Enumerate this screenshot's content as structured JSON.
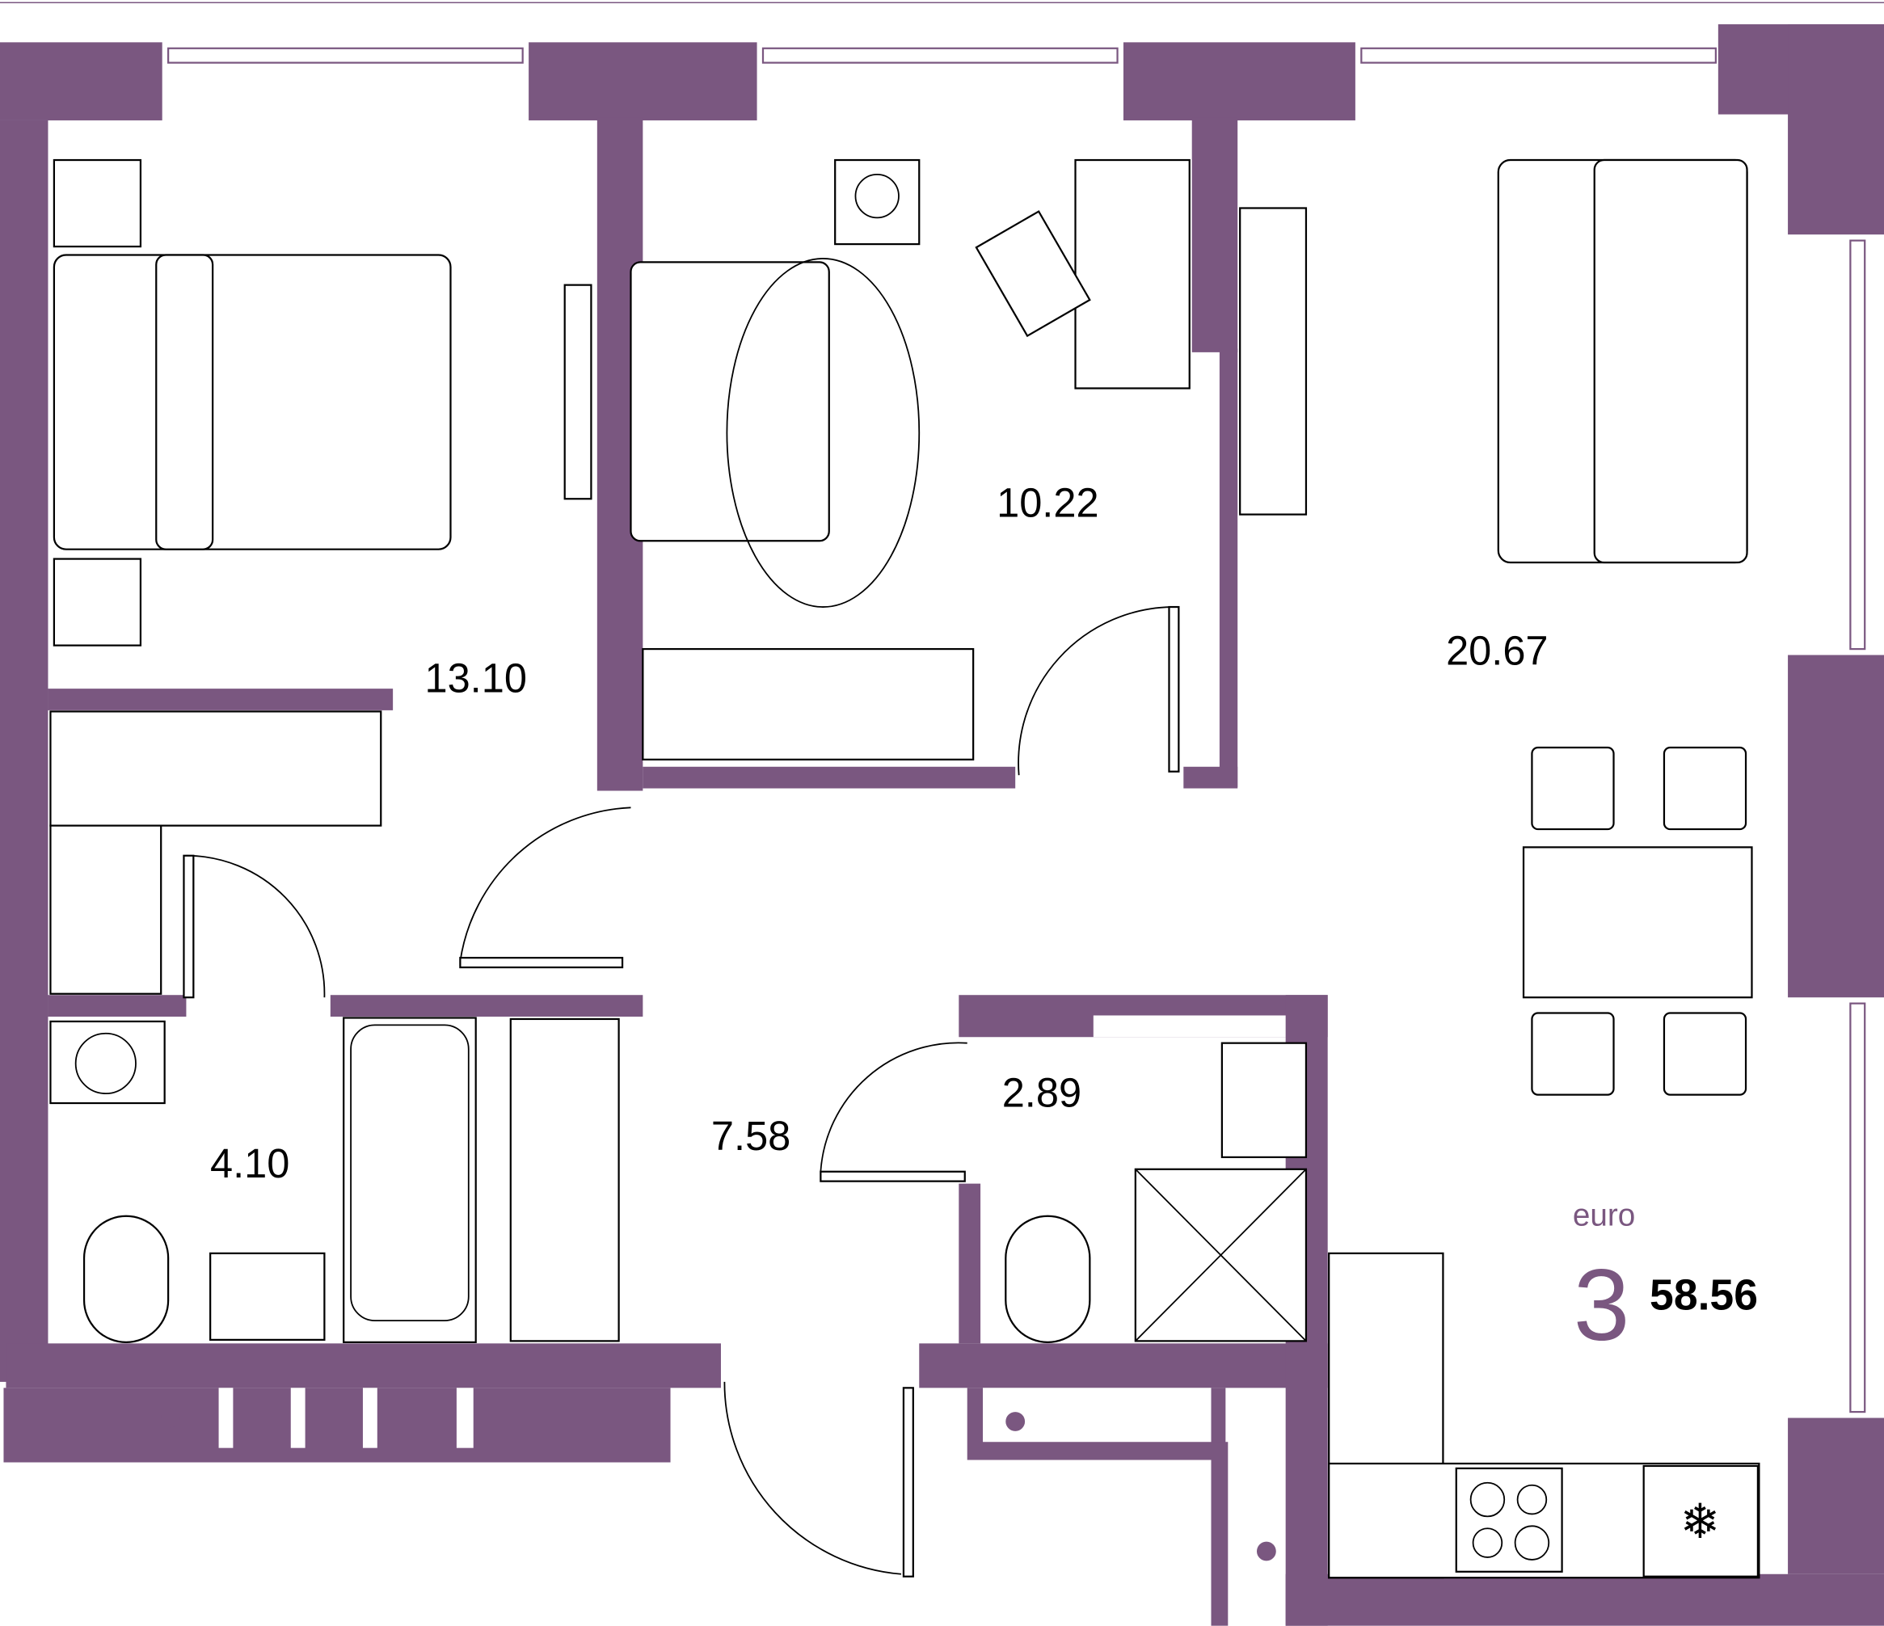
{
  "plan": {
    "rooms": [
      {
        "id": "bedroom-1",
        "area": "13.10"
      },
      {
        "id": "bedroom-2",
        "area": "10.22"
      },
      {
        "id": "living-kitchen",
        "area": "20.67"
      },
      {
        "id": "bathroom",
        "area": "4.10"
      },
      {
        "id": "hallway",
        "area": "7.58"
      },
      {
        "id": "shower-room",
        "area": "2.89"
      }
    ],
    "type_label": "euro",
    "room_count": "3",
    "total_area": "58.56"
  },
  "colors": {
    "wall": "#7a5780",
    "furniture_stroke": "#000000",
    "background": "#ffffff"
  }
}
